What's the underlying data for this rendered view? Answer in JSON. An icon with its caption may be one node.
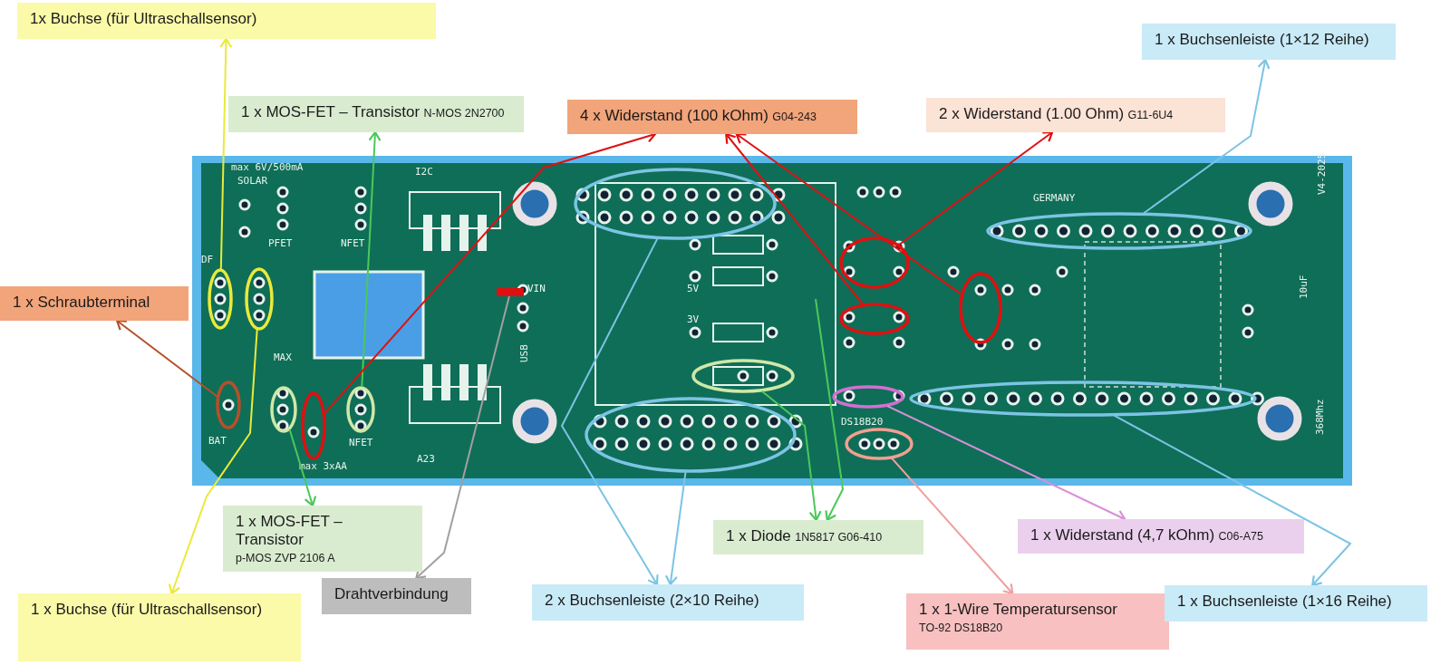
{
  "diagram": {
    "nodes": [
      {
        "text": [],
        "shape": "picture"
      },
      {
        "text": [
          "1x Buchse (für Ultraschallsensor)"
        ]
      },
      {
        "text": [
          "1 x MOS-FET – Transistor",
          "N-MOS 2N2700"
        ]
      },
      {
        "text": [
          "4 x Widerstand (100 kOhm)",
          "G04-243"
        ]
      },
      {
        "text": [
          "2 x Widerstand (1.00 Ohm)",
          "G11-6U4"
        ]
      },
      {
        "text": [
          "1 x Buchsenleiste (1×12 Reihe)"
        ]
      },
      {
        "text": [
          "1 x Schraubterminal"
        ]
      },
      {
        "text": [],
        "shape": "ellipse",
        "in": 0
      },
      {
        "text": [],
        "shape": "ellipse",
        "in": 0
      },
      {
        "text": [],
        "shape": "ellipse",
        "in": 0
      },
      {
        "text": [],
        "shape": "ellipse",
        "in": 0
      },
      {
        "text": [],
        "shape": "ellipse",
        "in": 0
      },
      {
        "text": [],
        "shape": "ellipse",
        "in": 0
      },
      {
        "text": [],
        "shape": "bar",
        "in": 0
      },
      {
        "text": [],
        "shape": "ellipse",
        "in": 0
      },
      {
        "text": [],
        "shape": "ellipse",
        "in": 0
      },
      {
        "text": [],
        "shape": "ellipse",
        "in": 0
      },
      {
        "text": [],
        "shape": "ellipse",
        "in": 0
      },
      {
        "text": [],
        "shape": "ellipse",
        "in": 0
      },
      {
        "text": [],
        "shape": "ellipse",
        "in": 0
      },
      {
        "text": [],
        "shape": "ellipse",
        "in": 0
      },
      {
        "text": [],
        "shape": "ellipse",
        "in": 0
      },
      {
        "text": [],
        "shape": "ellipse",
        "in": 0
      },
      {
        "text": [],
        "shape": "ellipse",
        "in": 0
      },
      {
        "text": [
          "1 x MOS-FET – Transistor",
          "p-MOS ZVP 2106 A"
        ]
      },
      {
        "text": [
          "1 x Diode",
          "1N5817 G06-410"
        ]
      },
      {
        "text": [
          "1 x Widerstand (4,7 kOhm)",
          "C06-A75"
        ]
      },
      {
        "text": [
          "1 x Buchse (für Ultraschallsensor)"
        ]
      },
      {
        "text": [
          "Drahtverbindung"
        ]
      },
      {
        "text": [
          "2 x Buchsenleiste (2×10 Reihe)"
        ]
      },
      {
        "text": [
          "1 x 1-Wire Temperatursensor",
          "TO-92 DS18B20"
        ]
      },
      {
        "text": [
          "1 x Buchsenleiste (1×16 Reihe)"
        ]
      }
    ],
    "edges": [
      {
        "from": 7,
        "to": 1,
        "arrow": "to",
        "color": "#eaea3a"
      },
      {
        "from": 8,
        "to": 27,
        "arrow": "to",
        "color": "#eaea3a"
      },
      {
        "from": 12,
        "to": 2,
        "arrow": "to",
        "color": "#4cc85a"
      },
      {
        "from": 11,
        "to": 3,
        "arrow": "to",
        "color": "#e01010"
      },
      {
        "from": 18,
        "to": 3,
        "arrow": "to",
        "color": "#e01010"
      },
      {
        "from": 21,
        "to": 3,
        "arrow": "to",
        "color": "#e01010"
      },
      {
        "from": 17,
        "to": 4,
        "arrow": "to",
        "color": "#e01010"
      },
      {
        "from": 22,
        "to": 5,
        "arrow": "to",
        "color": "#7cc4e4"
      },
      {
        "from": 9,
        "to": 6,
        "arrow": "to",
        "color": "#b5502a"
      },
      {
        "from": 10,
        "to": 24,
        "arrow": "to",
        "color": "#4cc85a"
      },
      {
        "from": 13,
        "to": 28,
        "arrow": "to",
        "color": "#a0a0a0"
      },
      {
        "from": 14,
        "to": 29,
        "arrow": "to",
        "color": "#7cc4e4"
      },
      {
        "from": 15,
        "to": 29,
        "arrow": "to",
        "color": "#7cc4e4"
      },
      {
        "from": 16,
        "to": 25,
        "arrow": "to",
        "color": "#4cc85a"
      },
      {
        "from": null,
        "to": 25,
        "arrow": "to",
        "color": "#4cc85a"
      },
      {
        "from": 19,
        "to": 26,
        "arrow": "to",
        "color": "#d890d8"
      },
      {
        "from": 20,
        "to": 30,
        "arrow": "to",
        "color": "#f0a0a0"
      },
      {
        "from": 23,
        "to": 31,
        "arrow": "to",
        "color": "#7cc4e4"
      }
    ],
    "labels": [
      "max 6V/500mA",
      "SOLAR",
      "PFET",
      "NFET",
      "I2C",
      "DF",
      "MAX",
      "BAT",
      "max 3xAA",
      "NFET",
      "A23",
      "VIN",
      "USB",
      "5V",
      "3V",
      "DS18B20",
      "GERMANY",
      "V4-2025",
      "10uF",
      "368Mhz"
    ]
  }
}
